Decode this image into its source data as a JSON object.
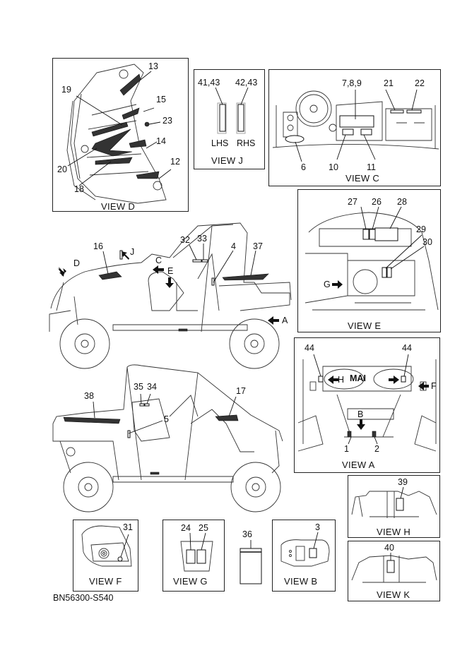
{
  "document": {
    "code": "BN56300-S540",
    "subject": "Label / decal placement diagram (side-by-side utility vehicle)"
  },
  "views": {
    "D": {
      "title": "VIEW D",
      "callouts": [
        "13",
        "19",
        "15",
        "23",
        "14",
        "20",
        "12",
        "18"
      ]
    },
    "J": {
      "title": "VIEW J",
      "callouts": [
        "41,43",
        "42,43"
      ],
      "side_labels": [
        "LHS",
        "RHS"
      ]
    },
    "C": {
      "title": "VIEW C",
      "callouts": [
        "7,8,9",
        "21",
        "22",
        "6",
        "10",
        "11"
      ]
    },
    "E": {
      "title": "VIEW E",
      "callouts": [
        "27",
        "26",
        "28",
        "29",
        "30"
      ],
      "arrow": "G"
    },
    "A": {
      "title": "VIEW A",
      "callouts": [
        "44",
        "44",
        "1",
        "2"
      ],
      "arrows": [
        "H",
        "B",
        "F"
      ],
      "brand_fragment": "MAI"
    },
    "H": {
      "title": "VIEW H",
      "callouts": [
        "39"
      ]
    },
    "K": {
      "title": "VIEW K",
      "callouts": [
        "40"
      ]
    },
    "F": {
      "title": "VIEW F",
      "callouts": [
        "31"
      ]
    },
    "G": {
      "title": "VIEW G",
      "callouts": [
        "24",
        "25"
      ]
    },
    "B": {
      "title": "VIEW B",
      "callouts": [
        "3"
      ]
    },
    "label36": {
      "callouts": [
        "36"
      ]
    }
  },
  "vehicle_left_side": {
    "callouts": [
      "16",
      "32",
      "33",
      "4",
      "37"
    ],
    "view_arrows": [
      "D",
      "J",
      "C",
      "E",
      "A"
    ]
  },
  "vehicle_right_side": {
    "callouts": [
      "38",
      "35",
      "34",
      "5",
      "17"
    ]
  }
}
